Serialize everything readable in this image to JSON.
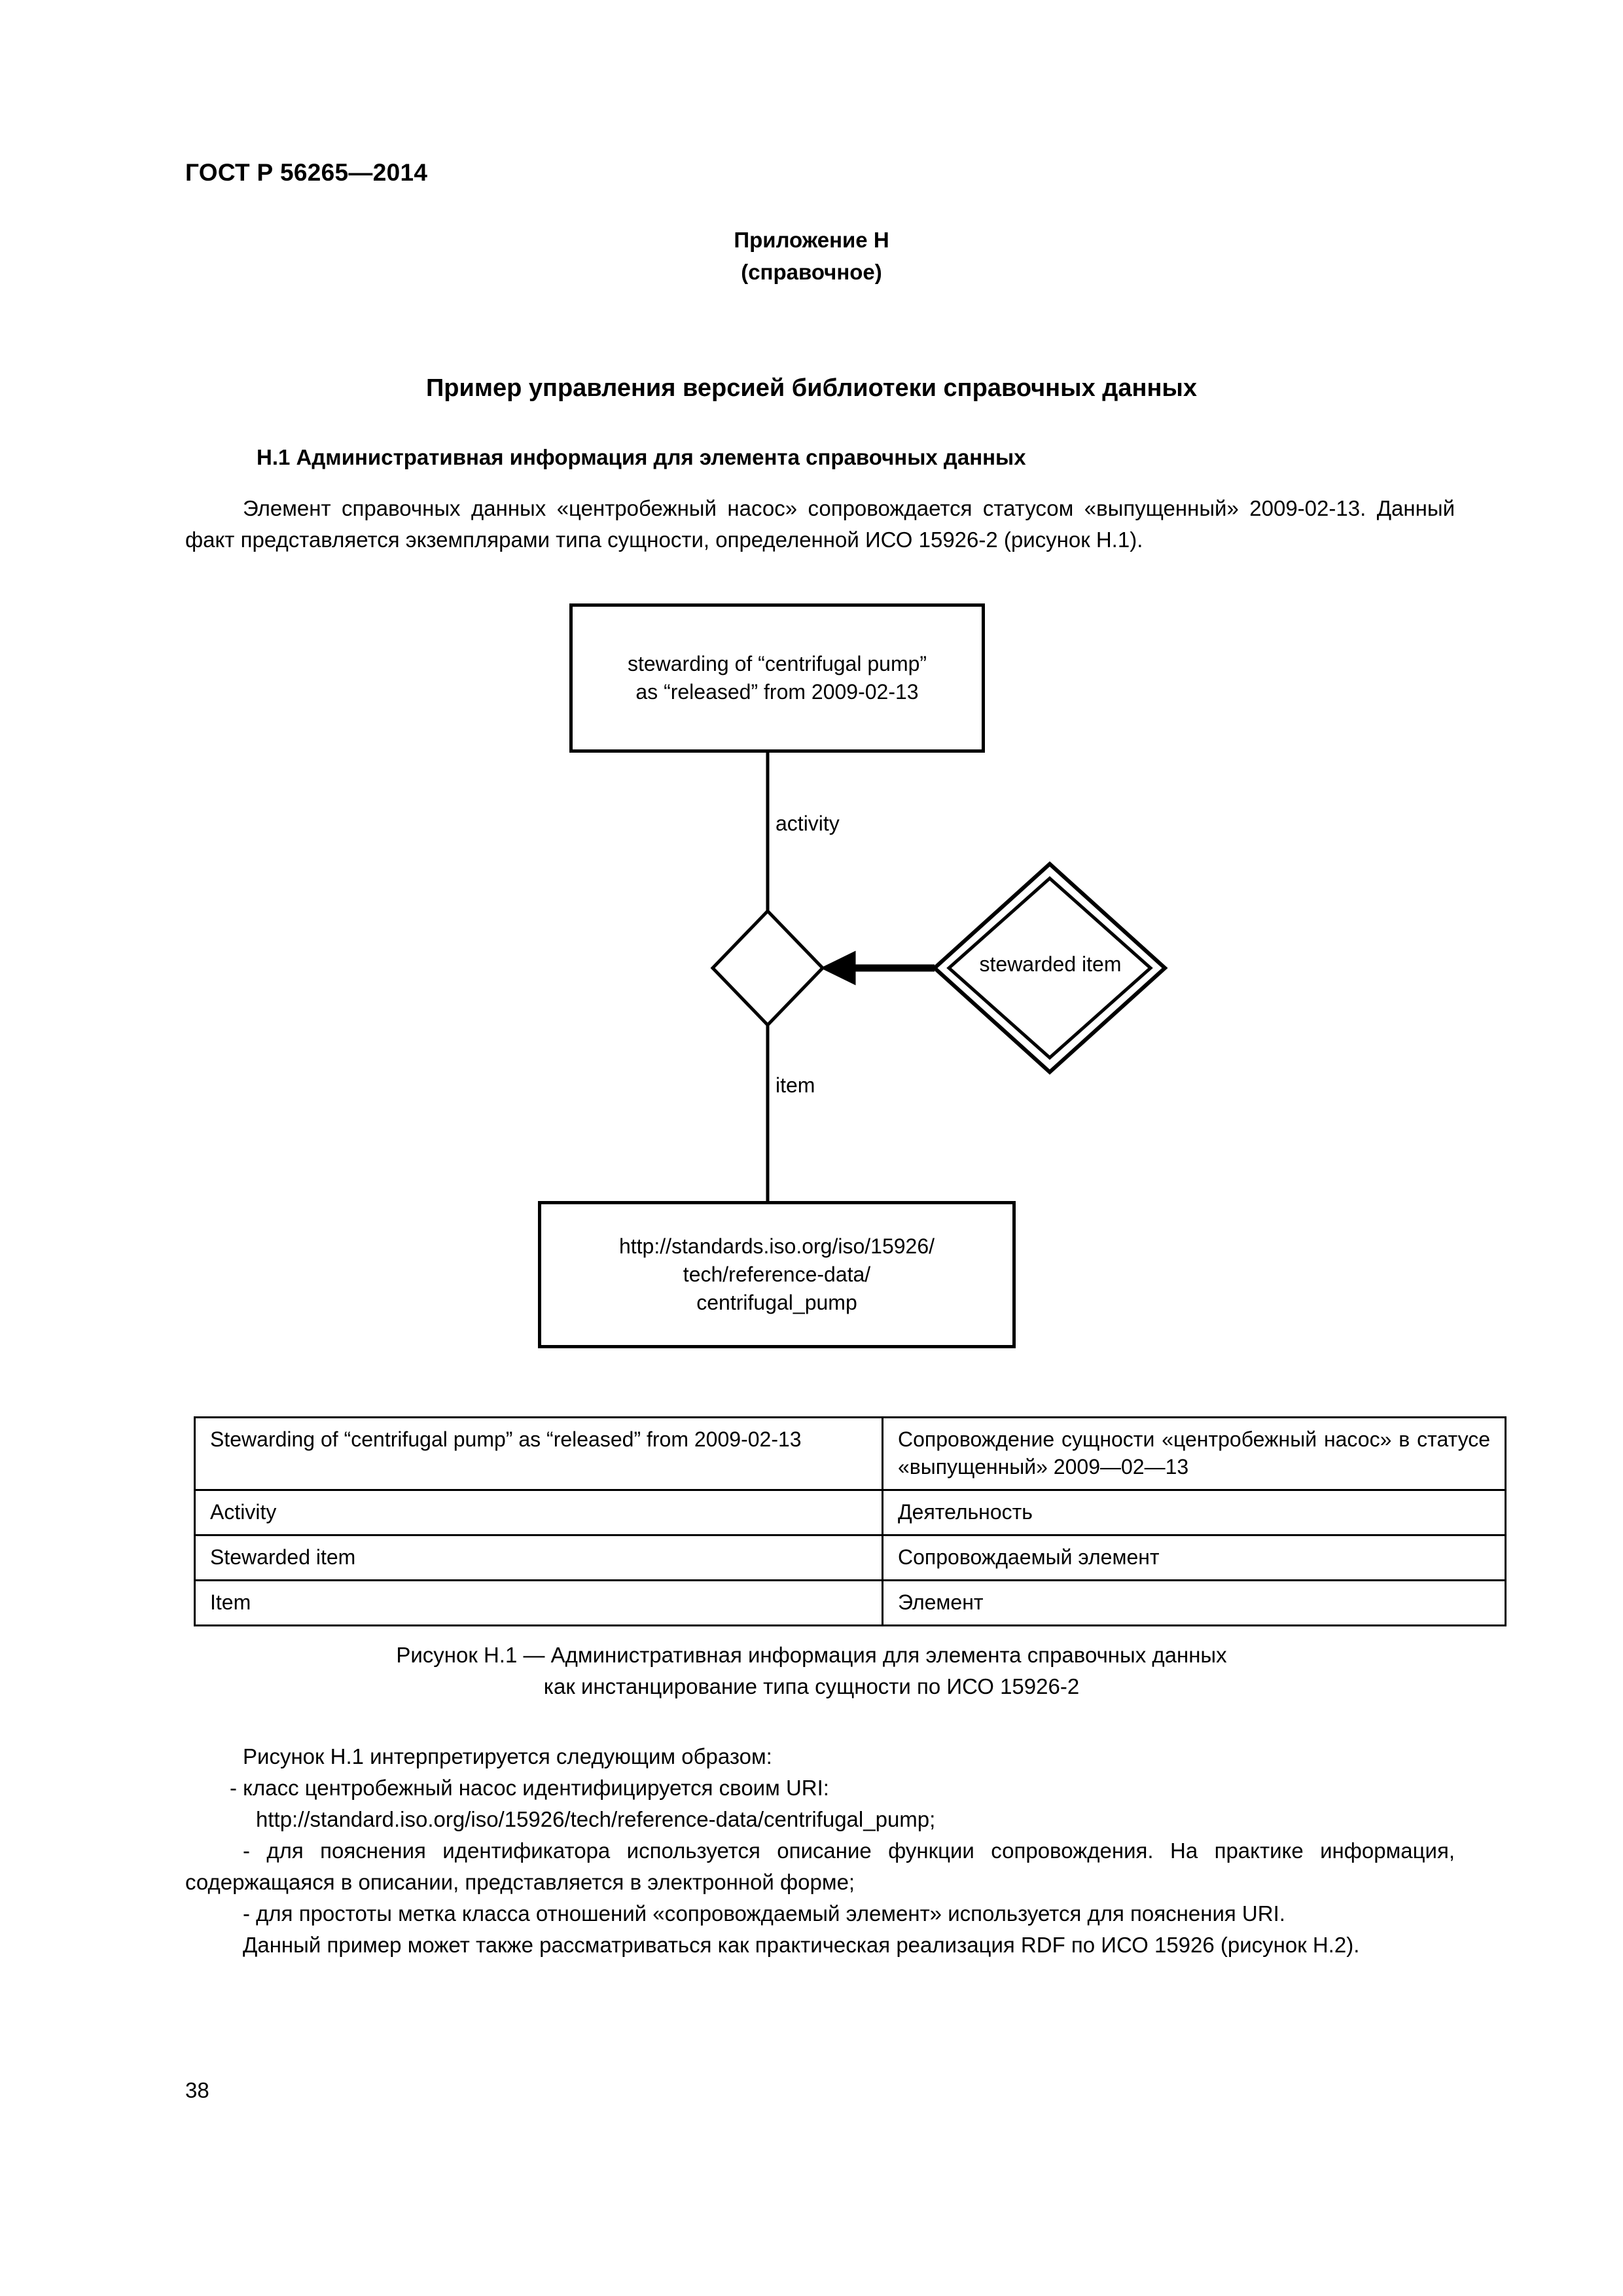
{
  "header": {
    "standard_code": "ГОСТ Р 56265—2014"
  },
  "annex": {
    "name": "Приложение Н",
    "kind": "(справочное)"
  },
  "title": "Пример управления версией библиотеки справочных данных",
  "section": {
    "heading": "Н.1  Административная информация для элемента справочных данных",
    "paragraph_line1": "Элемент справочных данных «центробежный насос» сопровождается статусом «выпущенный» 2009-02-13.",
    "paragraph_line2": "Данный факт представляется экземплярами типа сущности, определенной ИСО 15926-2 (рисунок Н.1)."
  },
  "figure": {
    "top_box_line1": "stewarding of “centrifugal pump”",
    "top_box_line2": "as “released” from 2009-02-13",
    "edge_label_activity": "activity",
    "edge_label_item": "item",
    "relation_diamond_label": "stewarded item",
    "bottom_box_line1": "http://standards.iso.org/iso/15926/",
    "bottom_box_line2": "tech/reference-data/",
    "bottom_box_line3": "centrifugal_pump",
    "caption_line1": "Рисунок Н.1 — Административная информация для элемента справочных данных",
    "caption_line2": "как инстанцирование типа сущности по ИСО 15926-2"
  },
  "table": {
    "rows": [
      {
        "en": "Stewarding of “centrifugal pump” as “released” from 2009-02-13",
        "ru": "Сопровождение сущности «центробежный насос» в статусе «выпущенный» 2009—02—13"
      },
      {
        "en": "Activity",
        "ru": "Деятельность"
      },
      {
        "en": "Stewarded item",
        "ru": "Сопровождаемый элемент"
      },
      {
        "en": "Item",
        "ru": "Элемент"
      }
    ]
  },
  "body": {
    "intro": "Рисунок Н.1 интерпретируется следующим образом:",
    "bullet1": "- класс центробежный насос идентифицируется своим URI:",
    "bullet1_uri": "http://standard.iso.org/iso/15926/tech/reference-data/centrifugal_pump;",
    "bullet2": "- для пояснения идентификатора используется описание функции сопровождения. На практике информация, содержащаяся в описании, представляется в электронной форме;",
    "bullet3": "- для простоты метка класса отношений «сопровождаемый элемент» используется для пояснения URI.",
    "closing": "Данный пример может также рассматриваться как практическая реализация RDF по ИСО 15926 (рисунок Н.2)."
  },
  "footer": {
    "page_number": "38"
  },
  "colors": {
    "ink": "#000000",
    "paper": "#ffffff"
  }
}
